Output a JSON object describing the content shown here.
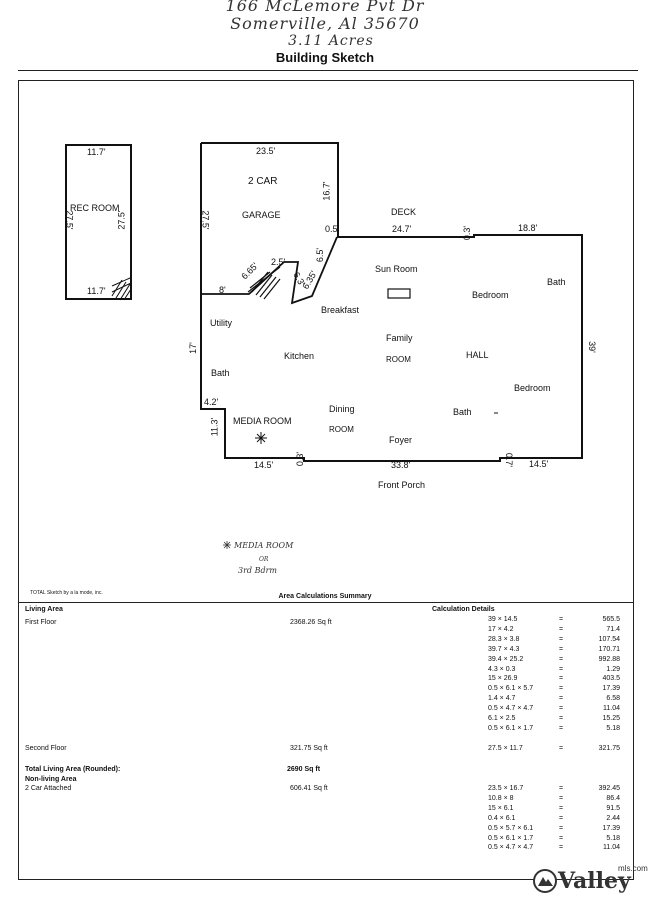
{
  "handwriting": {
    "address_line1": "166 McLemore Pvt Dr",
    "address_line2": "Somerville, Al 35670",
    "acres": "3.11 Acres",
    "media_note": "MEDIA ROOM",
    "or_note": "OR",
    "bdrm_note": "3rd Bdrm"
  },
  "title": "Building Sketch",
  "plan": {
    "rooms": {
      "rec_room": "REC ROOM",
      "two_car": "2 CAR",
      "garage": "GARAGE",
      "deck": "DECK",
      "sun_room": "Sun Room",
      "bedroom1": "Bedroom",
      "bath1": "Bath",
      "breakfast": "Breakfast",
      "utility": "Utility",
      "family": "Family",
      "room1": "ROOM",
      "kitchen": "Kitchen",
      "hall": "HALL",
      "bath2": "Bath",
      "bedroom2": "Bedroom",
      "dining": "Dining",
      "room2": "ROOM",
      "bath3": "Bath",
      "media_room": "MEDIA ROOM",
      "foyer": "Foyer",
      "front_porch": "Front Porch"
    },
    "dims": {
      "rec_top": "11.7'",
      "rec_bottom": "11.7'",
      "rec_left": "27.5'",
      "rec_right": "27.5'",
      "garage_top": "23.5'",
      "garage_left": "27.5'",
      "garage_right": "16.7'",
      "deck_05": "0.5'",
      "deck_247": "24.7'",
      "deck_03": "0.3'",
      "right_188": "18.8'",
      "stair_665": "6.65'",
      "stair_25": "2.5'",
      "stair_8": "8'",
      "stair_63": "6.3'",
      "stair_635": "6.35'",
      "sun_65": "6.5'",
      "left_17": "17'",
      "right_39": "39'",
      "media_42": "4.2'",
      "media_113": "11.3'",
      "bottom_145a": "14.5'",
      "bottom_03": "0.3'",
      "bottom_338": "33.8'",
      "bottom_07": "0.7'",
      "bottom_145b": "14.5'"
    }
  },
  "footer": {
    "software": "TOTAL Sketch by a la mode, inc.",
    "summary_title": "Area Calculations Summary"
  },
  "summary": {
    "living_area": "Living Area",
    "calc_details": "Calculation Details",
    "first_floor": "First Floor",
    "first_floor_area": "2368.26 Sq ft",
    "second_floor": "Second Floor",
    "second_floor_area": "321.75 Sq ft",
    "total_label": "Total Living Area (Rounded):",
    "total_value": "2690 Sq ft",
    "non_living": "Non-living Area",
    "two_car": "2 Car Attached",
    "two_car_area": "606.41 Sq ft"
  },
  "calcs_first": [
    {
      "expr": "39 × 14.5",
      "eq": "=",
      "val": "565.5"
    },
    {
      "expr": "17 × 4.2",
      "eq": "=",
      "val": "71.4"
    },
    {
      "expr": "28.3 × 3.8",
      "eq": "=",
      "val": "107.54"
    },
    {
      "expr": "39.7 × 4.3",
      "eq": "=",
      "val": "170.71"
    },
    {
      "expr": "39.4 × 25.2",
      "eq": "=",
      "val": "992.88"
    },
    {
      "expr": "4.3 × 0.3",
      "eq": "=",
      "val": "1.29"
    },
    {
      "expr": "15 × 26.9",
      "eq": "=",
      "val": "403.5"
    },
    {
      "expr": "0.5 × 6.1 × 5.7",
      "eq": "=",
      "val": "17.39"
    },
    {
      "expr": "1.4 × 4.7",
      "eq": "=",
      "val": "6.58"
    },
    {
      "expr": "0.5 × 4.7 × 4.7",
      "eq": "=",
      "val": "11.04"
    },
    {
      "expr": "6.1 × 2.5",
      "eq": "=",
      "val": "15.25"
    },
    {
      "expr": "0.5 × 6.1 × 1.7",
      "eq": "=",
      "val": "5.18"
    }
  ],
  "calcs_second": [
    {
      "expr": "27.5 × 11.7",
      "eq": "=",
      "val": "321.75"
    }
  ],
  "calcs_garage": [
    {
      "expr": "23.5 × 16.7",
      "eq": "=",
      "val": "392.45"
    },
    {
      "expr": "10.8 × 8",
      "eq": "=",
      "val": "86.4"
    },
    {
      "expr": "15 × 6.1",
      "eq": "=",
      "val": "91.5"
    },
    {
      "expr": "0.4 × 6.1",
      "eq": "=",
      "val": "2.44"
    },
    {
      "expr": "0.5 × 5.7 × 6.1",
      "eq": "=",
      "val": "17.39"
    },
    {
      "expr": "0.5 × 6.1 × 1.7",
      "eq": "=",
      "val": "5.18"
    },
    {
      "expr": "0.5 × 4.7 × 4.7",
      "eq": "=",
      "val": "11.04"
    }
  ],
  "logo": {
    "brand": "Valley",
    "suffix": "mls.com"
  }
}
